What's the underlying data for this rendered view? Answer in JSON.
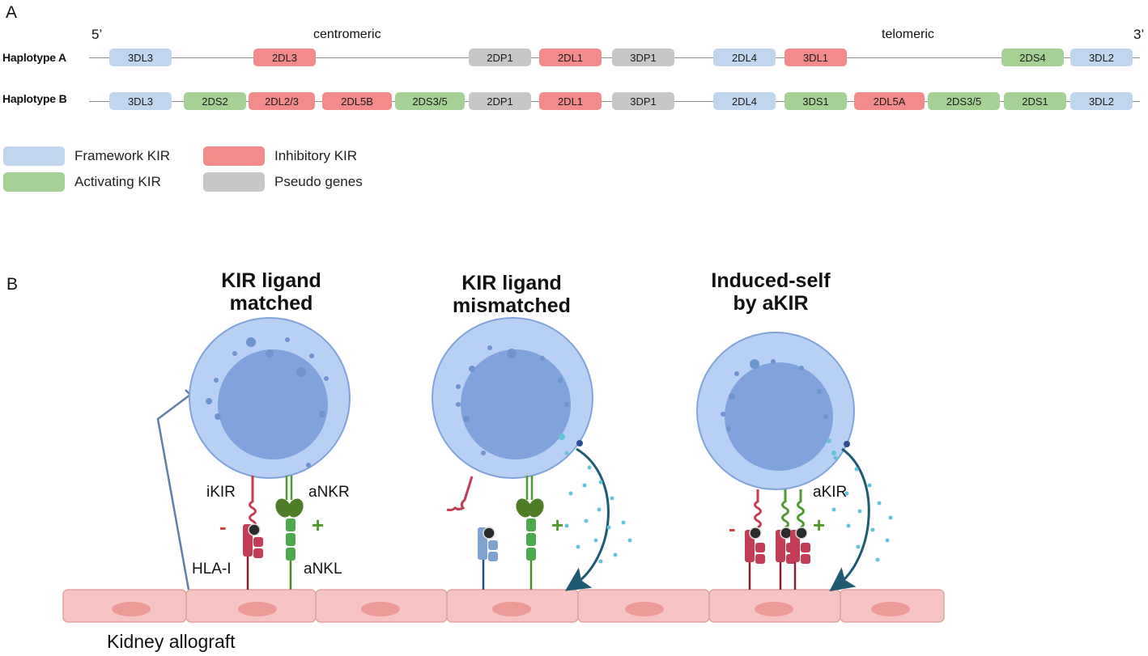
{
  "panel_a": {
    "letter": "A",
    "end5": "5’",
    "end3": "3’",
    "centromeric": "centromeric",
    "telomeric": "telomeric",
    "haplotype_a": {
      "label": "Haplotype A",
      "genes": [
        {
          "name": "3DL3",
          "type": "framework"
        },
        {
          "name": "2DL3",
          "type": "inhibitory"
        },
        {
          "name": "2DP1",
          "type": "pseudo"
        },
        {
          "name": "2DL1",
          "type": "inhibitory"
        },
        {
          "name": "3DP1",
          "type": "pseudo"
        },
        {
          "name": "2DL4",
          "type": "framework"
        },
        {
          "name": "3DL1",
          "type": "inhibitory"
        },
        {
          "name": "2DS4",
          "type": "activating"
        },
        {
          "name": "3DL2",
          "type": "framework"
        }
      ]
    },
    "haplotype_b": {
      "label": "Haplotype B",
      "genes": [
        {
          "name": "3DL3",
          "type": "framework"
        },
        {
          "name": "2DS2",
          "type": "activating"
        },
        {
          "name": "2DL2/3",
          "type": "inhibitory"
        },
        {
          "name": "2DL5B",
          "type": "inhibitory"
        },
        {
          "name": "2DS3/5",
          "type": "activating"
        },
        {
          "name": "2DP1",
          "type": "pseudo"
        },
        {
          "name": "2DL1",
          "type": "inhibitory"
        },
        {
          "name": "3DP1",
          "type": "pseudo"
        },
        {
          "name": "2DL4",
          "type": "framework"
        },
        {
          "name": "3DS1",
          "type": "activating"
        },
        {
          "name": "2DL5A",
          "type": "inhibitory"
        },
        {
          "name": "2DS3/5",
          "type": "activating"
        },
        {
          "name": "2DS1",
          "type": "activating"
        },
        {
          "name": "3DL2",
          "type": "framework"
        }
      ]
    },
    "legend": [
      {
        "label": "Framework KIR",
        "type": "framework"
      },
      {
        "label": "Inhibitory KIR",
        "type": "inhibitory"
      },
      {
        "label": "Activating KIR",
        "type": "activating"
      },
      {
        "label": "Pseudo genes",
        "type": "pseudo"
      }
    ],
    "colors": {
      "framework": "#bfd6ee",
      "inhibitory": "#f28b89",
      "activating": "#a6d195",
      "pseudo": "#c7c7c7"
    }
  },
  "panel_b": {
    "letter": "B",
    "conditions": [
      {
        "title_line1": "KIR ligand",
        "title_line2": "matched"
      },
      {
        "title_line1": "KIR ligand",
        "title_line2": "mismatched"
      },
      {
        "title_line1": "Induced-self",
        "title_line2": "by aKIR"
      }
    ],
    "labels": {
      "ikir": "iKIR",
      "ankr": "aNKR",
      "hla": "HLA-I",
      "ankl": "aNKL",
      "akir": "aKIR",
      "minus": "-",
      "plus": "+",
      "kidney": "Kidney allograft"
    },
    "colors": {
      "cell": "#b8d0f3",
      "nucleus": "#7fa3da",
      "tissue": "#f6c5c3",
      "tissue_nucleus": "#eb9a98",
      "inhibitory_receptor": "#c23d55",
      "activating_receptor": "#4f9a33",
      "mismatched_hla": "#7fa3d0",
      "arrow": "#1f5a73",
      "granules": "#64c3d8"
    }
  }
}
